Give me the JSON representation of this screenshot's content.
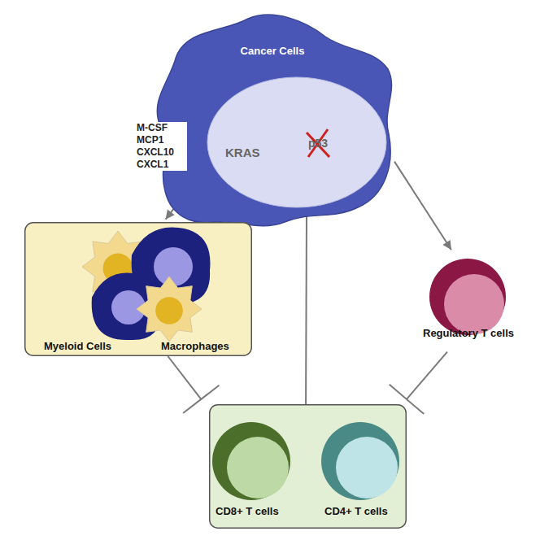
{
  "diagram": {
    "nodes": [
      {
        "text": [
          "Cancer Cells"
        ]
      },
      {
        "text": [
          "KRAS",
          "p53"
        ],
        "in": 0
      },
      {
        "text": [
          "Myeloid Cells",
          "Macrophages"
        ]
      },
      {
        "text": [
          "Regulatory T cells"
        ]
      },
      {
        "text": []
      },
      {
        "text": [
          "CD8+ T cells"
        ],
        "in": 4
      },
      {
        "text": [
          "CD4+ T cells"
        ],
        "in": 4
      }
    ],
    "edges": [
      {
        "from": 0,
        "to": 2,
        "arrow": "to",
        "label": "M-CSF MCP1 CXCL10 CXCL1"
      },
      {
        "from": 0,
        "to": 3,
        "arrow": "to"
      },
      {
        "from": 2,
        "to": 4,
        "arrow": "to"
      },
      {
        "from": 4,
        "to": 0,
        "arrow": "to"
      },
      {
        "from": 3,
        "to": 4,
        "arrow": "to"
      }
    ]
  }
}
